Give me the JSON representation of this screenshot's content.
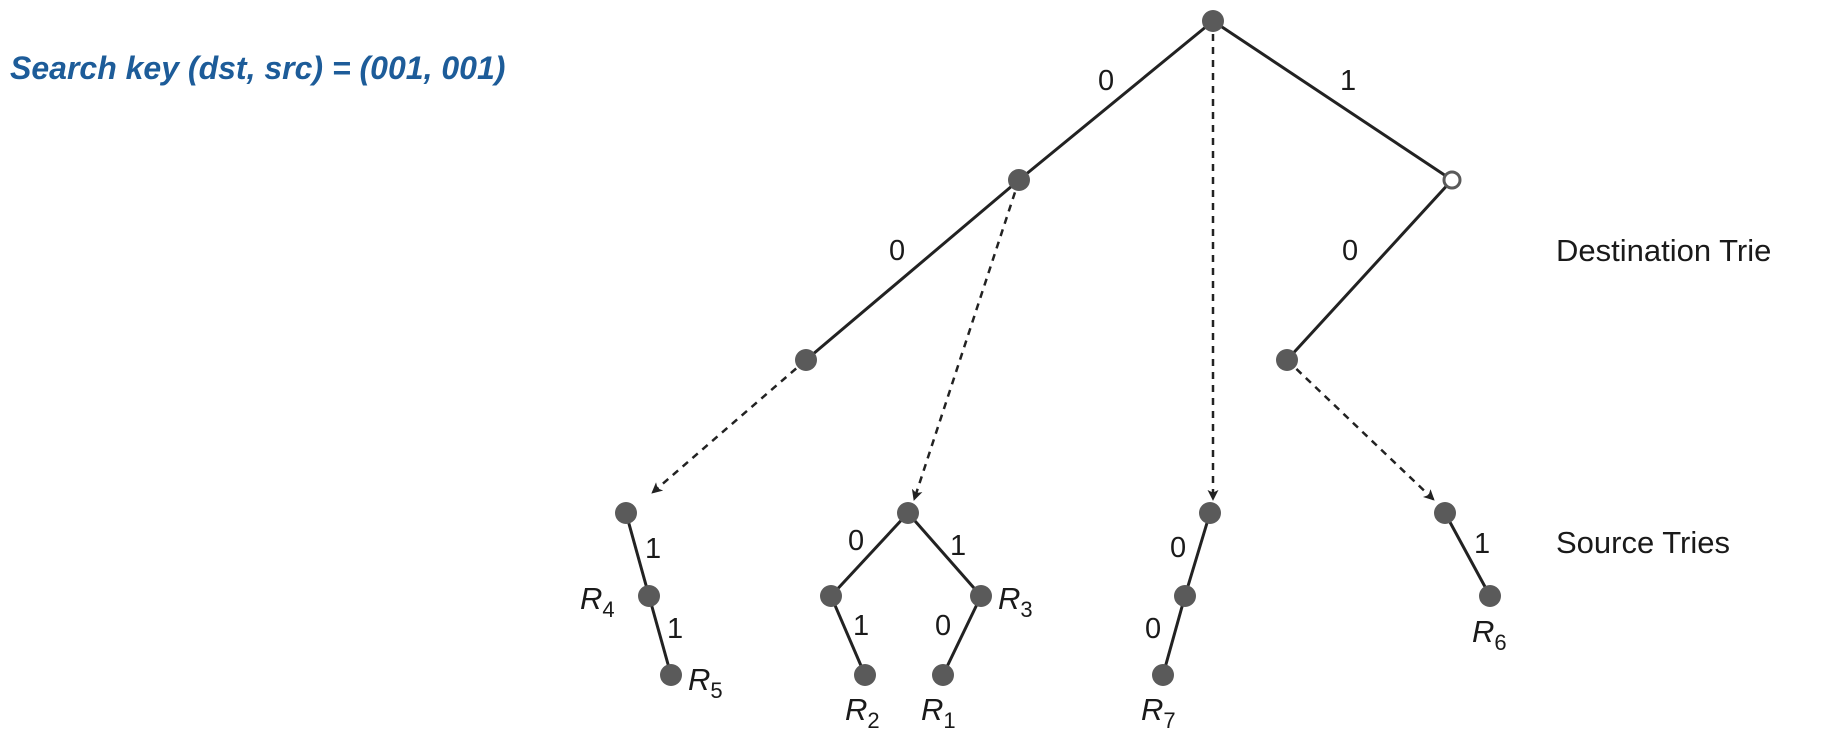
{
  "search_key": "Search key (dst, src) = (001, 001)",
  "labels": {
    "destination_trie": "Destination Trie",
    "source_tries": "Source Tries"
  },
  "bits": {
    "root_left": "0",
    "root_right": "1",
    "d0_left": "0",
    "d1_left": "0",
    "s1_root_to_r4": "1",
    "s1_r4_to_r5": "1",
    "s2_root_left": "0",
    "s2_root_right": "1",
    "s2_left_to_r2": "1",
    "s2_right_to_r1": "0",
    "s3_root_down": "0",
    "s3_mid_down": "0",
    "s4_root_to_r6": "1"
  },
  "rules": {
    "r4": {
      "letter": "R",
      "sub": "4"
    },
    "r5": {
      "letter": "R",
      "sub": "5"
    },
    "r2": {
      "letter": "R",
      "sub": "2"
    },
    "r1": {
      "letter": "R",
      "sub": "1"
    },
    "r3": {
      "letter": "R",
      "sub": "3"
    },
    "r7": {
      "letter": "R",
      "sub": "7"
    },
    "r6": {
      "letter": "R",
      "sub": "6"
    }
  },
  "colors": {
    "title": "#1d5c99",
    "node": "#5a5a5a",
    "edge": "#222222"
  }
}
